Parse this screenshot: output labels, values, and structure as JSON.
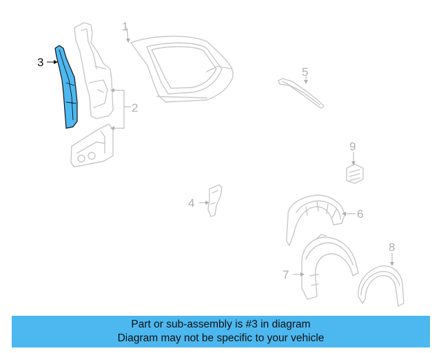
{
  "callouts": [
    {
      "id": "1",
      "label": "1"
    },
    {
      "id": "2",
      "label": "2"
    },
    {
      "id": "3",
      "label": "3"
    },
    {
      "id": "4",
      "label": "4"
    },
    {
      "id": "5",
      "label": "5"
    },
    {
      "id": "6",
      "label": "6"
    },
    {
      "id": "7",
      "label": "7"
    },
    {
      "id": "8",
      "label": "8"
    },
    {
      "id": "9",
      "label": "9"
    }
  ],
  "highlighted_part": "3",
  "colors": {
    "part_line": "#c8c8c8",
    "highlight_fill": "#4db8f0",
    "highlight_stroke": "#111111",
    "banner_bg": "#4db8f0"
  },
  "banner": {
    "line1": "Part or sub-assembly is #3 in diagram",
    "line2": "Diagram may not be specific to your vehicle"
  }
}
